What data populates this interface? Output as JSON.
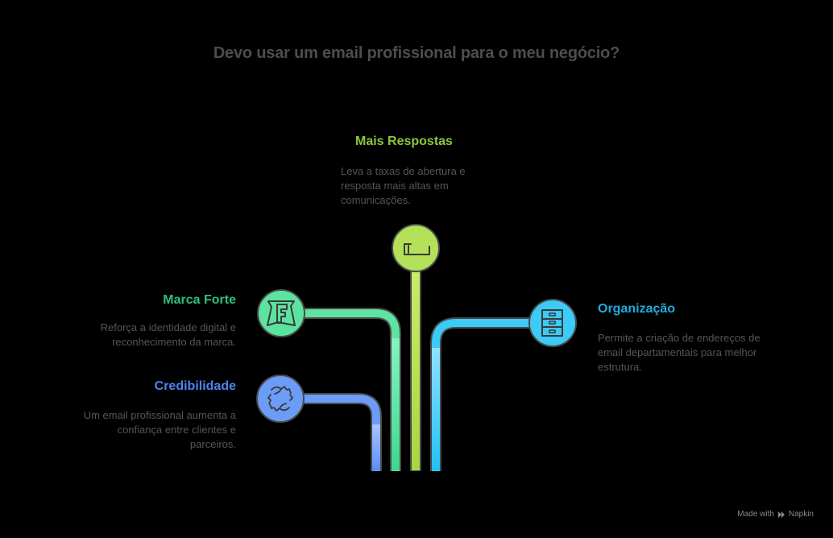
{
  "title": "Devo usar um email profissional para o meu negócio?",
  "colors": {
    "title": "#4d4d4d",
    "text": "#555555",
    "outline": "#4a4a4a",
    "lime": "#a8d63e",
    "green": "#3ed88f",
    "blue": "#5b8ff5",
    "cyan": "#2cc3f2"
  },
  "items": [
    {
      "id": "mais-respostas",
      "heading": "Mais Respostas",
      "color": "#8cc63f",
      "icon": "folder-tray-icon",
      "description": [
        "Leva a taxas de abertura e",
        "resposta mais altas em",
        "comunicações."
      ]
    },
    {
      "id": "marca-forte",
      "heading": "Marca Forte",
      "color": "#2fbf7a",
      "icon": "brand-f-badge-icon",
      "description": [
        "Reforça a identidade digital e",
        "reconhecimento da marca."
      ]
    },
    {
      "id": "credibilidade",
      "heading": "Credibilidade",
      "color": "#4f84ef",
      "icon": "handshake-icon",
      "description": [
        "Um email profissional aumenta a",
        "confiança entre clientes e",
        "parceiros."
      ]
    },
    {
      "id": "organizacao",
      "heading": "Organização",
      "color": "#1eaee0",
      "icon": "filing-cabinet-icon",
      "description": [
        "Permite a criação de endereços de",
        "email departamentais para melhor",
        "estrutura."
      ]
    }
  ],
  "footer": {
    "made_with": "Made with",
    "brand": "Napkin"
  }
}
